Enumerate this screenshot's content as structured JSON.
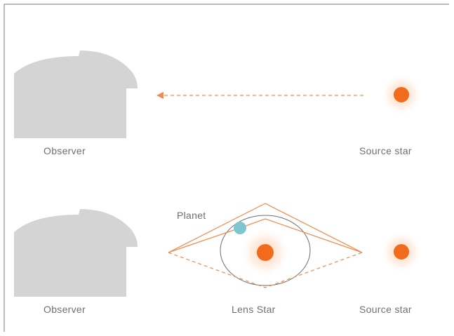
{
  "colors": {
    "frame_border": "#7a7a7a",
    "observatory": "#d4d4d4",
    "star": "#f26b1d",
    "star_glow": "#ffe6d2",
    "light_path": "#f08a4b",
    "orbit": "#6e6e6e",
    "planet": "#7ec6cf",
    "text": "#6f6f6f"
  },
  "top_panel": {
    "observer_label": "Observer",
    "source_label": "Source star"
  },
  "bottom_panel": {
    "observer_label": "Observer",
    "lens_label": "Lens Star",
    "source_label": "Source star",
    "planet_label": "Planet"
  }
}
